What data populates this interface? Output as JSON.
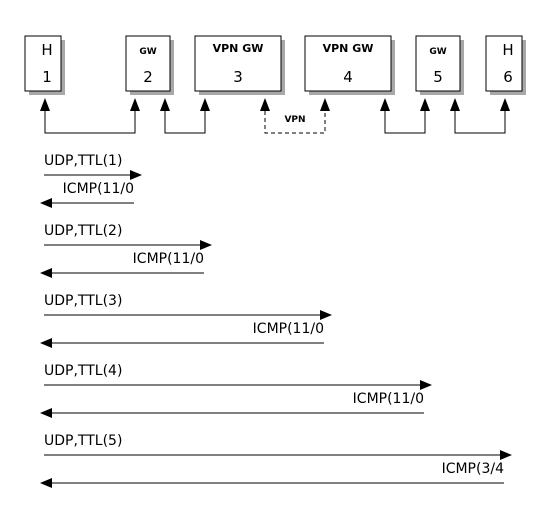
{
  "nodes": [
    {
      "name": "H",
      "num": "1"
    },
    {
      "name": "GW",
      "num": "2"
    },
    {
      "name": "VPN GW",
      "num": "3"
    },
    {
      "name": "VPN GW",
      "num": "4"
    },
    {
      "name": "GW",
      "num": "5"
    },
    {
      "name": "H",
      "num": "6"
    }
  ],
  "links": {
    "vpn_label": "VPN"
  },
  "exchanges": [
    {
      "request": "UDP,TTL(1)",
      "reply": "ICMP(11/0"
    },
    {
      "request": "UDP,TTL(2)",
      "reply": "ICMP(11/0"
    },
    {
      "request": "UDP,TTL(3)",
      "reply": "ICMP(11/0"
    },
    {
      "request": "UDP,TTL(4)",
      "reply": "ICMP(11/0"
    },
    {
      "request": "UDP,TTL(5)",
      "reply": "ICMP(3/4"
    }
  ]
}
